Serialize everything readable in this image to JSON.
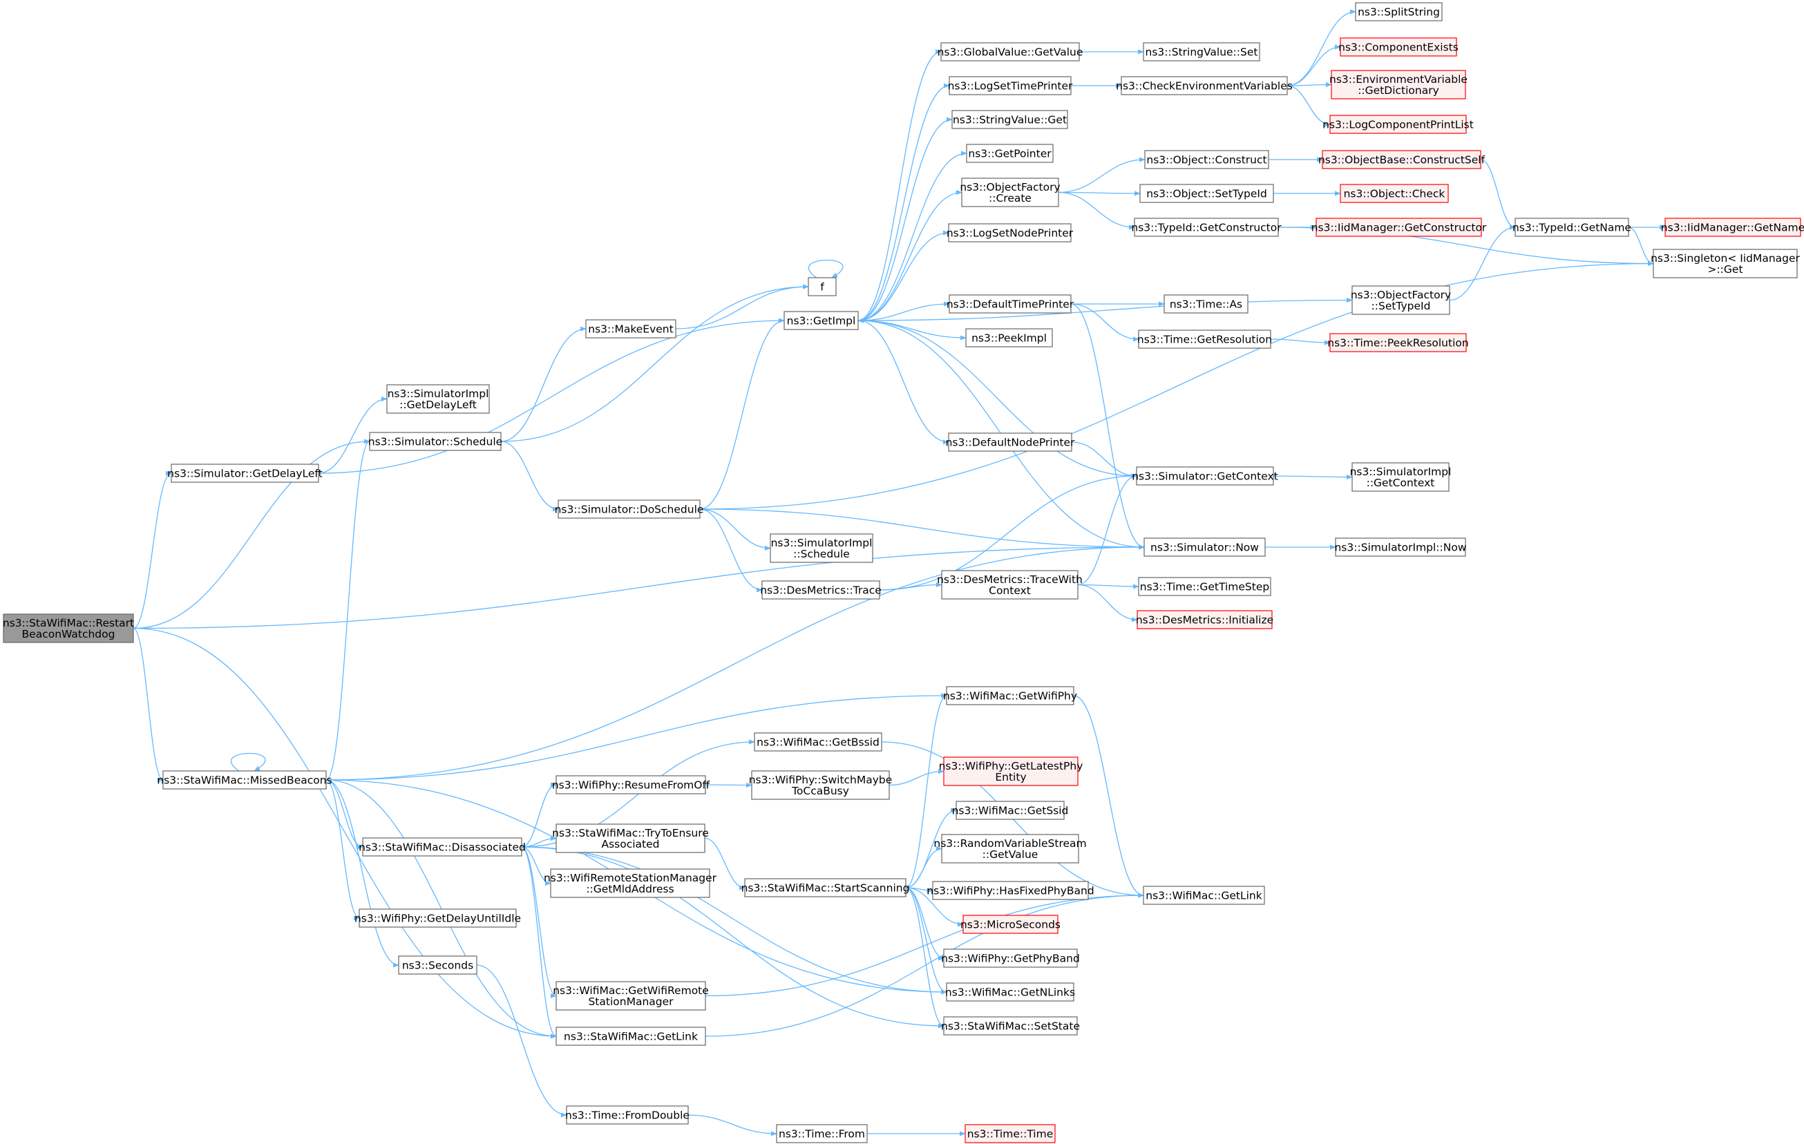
{
  "nodes": [
    {
      "id": "restart",
      "lines": [
        "ns3::StaWifiMac::Restart",
        "BeaconWatchdog"
      ],
      "style": "root"
    },
    {
      "id": "sim_getdelayleft",
      "lines": [
        "ns3::Simulator::GetDelayLeft"
      ],
      "style": "normal"
    },
    {
      "id": "simimpl_getdelayleft",
      "lines": [
        "ns3::SimulatorImpl",
        "::GetDelayLeft"
      ],
      "style": "normal"
    },
    {
      "id": "sim_schedule",
      "lines": [
        "ns3::Simulator::Schedule"
      ],
      "style": "normal"
    },
    {
      "id": "makeevent",
      "lines": [
        "ns3::MakeEvent"
      ],
      "style": "normal"
    },
    {
      "id": "f",
      "lines": [
        "f"
      ],
      "style": "normal"
    },
    {
      "id": "getimpl",
      "lines": [
        "ns3::GetImpl"
      ],
      "style": "normal"
    },
    {
      "id": "sim_doschedule",
      "lines": [
        "ns3::Simulator::DoSchedule"
      ],
      "style": "normal"
    },
    {
      "id": "simimpl_schedule",
      "lines": [
        "ns3::SimulatorImpl",
        "::Schedule"
      ],
      "style": "normal"
    },
    {
      "id": "desmetrics_trace",
      "lines": [
        "ns3::DesMetrics::Trace"
      ],
      "style": "normal"
    },
    {
      "id": "desmetrics_tracewith",
      "lines": [
        "ns3::DesMetrics::TraceWith",
        "Context"
      ],
      "style": "normal"
    },
    {
      "id": "globalvalue_getvalue",
      "lines": [
        "ns3::GlobalValue::GetValue"
      ],
      "style": "normal"
    },
    {
      "id": "stringvalue_set",
      "lines": [
        "ns3::StringValue::Set"
      ],
      "style": "normal"
    },
    {
      "id": "logsettimeprinter",
      "lines": [
        "ns3::LogSetTimePrinter"
      ],
      "style": "normal"
    },
    {
      "id": "checkenv",
      "lines": [
        "ns3::CheckEnvironmentVariables"
      ],
      "style": "normal"
    },
    {
      "id": "splitstring",
      "lines": [
        "ns3::SplitString"
      ],
      "style": "normal"
    },
    {
      "id": "componentexists",
      "lines": [
        "ns3::ComponentExists"
      ],
      "style": "red"
    },
    {
      "id": "envvar_getdict",
      "lines": [
        "ns3::EnvironmentVariable",
        "::GetDictionary"
      ],
      "style": "red"
    },
    {
      "id": "logcomponentprintlist",
      "lines": [
        "ns3::LogComponentPrintList"
      ],
      "style": "red"
    },
    {
      "id": "stringvalue_get",
      "lines": [
        "ns3::StringValue::Get"
      ],
      "style": "normal"
    },
    {
      "id": "getpointer",
      "lines": [
        "ns3::GetPointer"
      ],
      "style": "normal"
    },
    {
      "id": "objectfactory_create",
      "lines": [
        "ns3::ObjectFactory",
        "::Create"
      ],
      "style": "normal"
    },
    {
      "id": "object_construct",
      "lines": [
        "ns3::Object::Construct"
      ],
      "style": "normal"
    },
    {
      "id": "objectbase_constructself",
      "lines": [
        "ns3::ObjectBase::ConstructSelf"
      ],
      "style": "red"
    },
    {
      "id": "object_settypeid",
      "lines": [
        "ns3::Object::SetTypeId"
      ],
      "style": "normal"
    },
    {
      "id": "object_check",
      "lines": [
        "ns3::Object::Check"
      ],
      "style": "red"
    },
    {
      "id": "typeid_getconstructor",
      "lines": [
        "ns3::TypeId::GetConstructor"
      ],
      "style": "normal"
    },
    {
      "id": "iidmanager_getconstructor",
      "lines": [
        "ns3::IidManager::GetConstructor"
      ],
      "style": "red"
    },
    {
      "id": "typeid_getname",
      "lines": [
        "ns3::TypeId::GetName"
      ],
      "style": "normal"
    },
    {
      "id": "iidmanager_getname",
      "lines": [
        "ns3::IidManager::GetName"
      ],
      "style": "red"
    },
    {
      "id": "singleton_get",
      "lines": [
        "ns3::Singleton< IidManager",
        " >::Get"
      ],
      "style": "normal"
    },
    {
      "id": "logsetnodeprinter",
      "lines": [
        "ns3::LogSetNodePrinter"
      ],
      "style": "normal"
    },
    {
      "id": "objectfactory_settypeid",
      "lines": [
        "ns3::ObjectFactory",
        "::SetTypeId"
      ],
      "style": "normal"
    },
    {
      "id": "defaulttimeprinter",
      "lines": [
        "ns3::DefaultTimePrinter"
      ],
      "style": "normal"
    },
    {
      "id": "time_as",
      "lines": [
        "ns3::Time::As"
      ],
      "style": "normal"
    },
    {
      "id": "time_getresolution",
      "lines": [
        "ns3::Time::GetResolution"
      ],
      "style": "normal"
    },
    {
      "id": "time_peekresolution",
      "lines": [
        "ns3::Time::PeekResolution"
      ],
      "style": "red"
    },
    {
      "id": "peekimpl",
      "lines": [
        "ns3::PeekImpl"
      ],
      "style": "normal"
    },
    {
      "id": "defaultnodeprinter",
      "lines": [
        "ns3::DefaultNodePrinter"
      ],
      "style": "normal"
    },
    {
      "id": "sim_getcontext",
      "lines": [
        "ns3::Simulator::GetContext"
      ],
      "style": "normal"
    },
    {
      "id": "simimpl_getcontext",
      "lines": [
        "ns3::SimulatorImpl",
        "::GetContext"
      ],
      "style": "normal"
    },
    {
      "id": "sim_now",
      "lines": [
        "ns3::Simulator::Now"
      ],
      "style": "normal"
    },
    {
      "id": "simimpl_now",
      "lines": [
        "ns3::SimulatorImpl::Now"
      ],
      "style": "normal"
    },
    {
      "id": "time_gettimestep",
      "lines": [
        "ns3::Time::GetTimeStep"
      ],
      "style": "normal"
    },
    {
      "id": "desmetrics_initialize",
      "lines": [
        "ns3::DesMetrics::Initialize"
      ],
      "style": "red"
    },
    {
      "id": "missedbeacons",
      "lines": [
        "ns3::StaWifiMac::MissedBeacons"
      ],
      "style": "normal"
    },
    {
      "id": "wifimac_getwifiphy",
      "lines": [
        "ns3::WifiMac::GetWifiPhy"
      ],
      "style": "normal"
    },
    {
      "id": "wifimac_getbssid",
      "lines": [
        "ns3::WifiMac::GetBssid"
      ],
      "style": "normal"
    },
    {
      "id": "resumefromoff",
      "lines": [
        "ns3::WifiPhy::ResumeFromOff"
      ],
      "style": "normal"
    },
    {
      "id": "switchmaybe",
      "lines": [
        "ns3::WifiPhy::SwitchMaybe",
        "ToCcaBusy"
      ],
      "style": "normal"
    },
    {
      "id": "getlatestphy",
      "lines": [
        "ns3::WifiPhy::GetLatestPhy",
        "Entity"
      ],
      "style": "red"
    },
    {
      "id": "disassociated",
      "lines": [
        "ns3::StaWifiMac::Disassociated"
      ],
      "style": "normal"
    },
    {
      "id": "trytoensure",
      "lines": [
        "ns3::StaWifiMac::TryToEnsure",
        "Associated"
      ],
      "style": "normal"
    },
    {
      "id": "getmldaddress",
      "lines": [
        "ns3::WifiRemoteStationManager",
        "::GetMldAddress"
      ],
      "style": "normal"
    },
    {
      "id": "startscanning",
      "lines": [
        "ns3::StaWifiMac::StartScanning"
      ],
      "style": "normal"
    },
    {
      "id": "wifimac_getssid",
      "lines": [
        "ns3::WifiMac::GetSsid"
      ],
      "style": "normal"
    },
    {
      "id": "randomvar_getvalue",
      "lines": [
        "ns3::RandomVariableStream",
        "::GetValue"
      ],
      "style": "normal"
    },
    {
      "id": "hasfixedphyband",
      "lines": [
        "ns3::WifiPhy::HasFixedPhyBand"
      ],
      "style": "normal"
    },
    {
      "id": "microseconds",
      "lines": [
        "ns3::MicroSeconds"
      ],
      "style": "red"
    },
    {
      "id": "getphyband",
      "lines": [
        "ns3::WifiPhy::GetPhyBand"
      ],
      "style": "normal"
    },
    {
      "id": "getnlinks",
      "lines": [
        "ns3::WifiMac::GetNLinks"
      ],
      "style": "normal"
    },
    {
      "id": "setstate",
      "lines": [
        "ns3::StaWifiMac::SetState"
      ],
      "style": "normal"
    },
    {
      "id": "wifimac_getlink",
      "lines": [
        "ns3::WifiMac::GetLink"
      ],
      "style": "normal"
    },
    {
      "id": "getdelayuntilidle",
      "lines": [
        "ns3::WifiPhy::GetDelayUntilIdle"
      ],
      "style": "normal"
    },
    {
      "id": "seconds",
      "lines": [
        "ns3::Seconds"
      ],
      "style": "normal"
    },
    {
      "id": "getwifiremote",
      "lines": [
        "ns3::WifiMac::GetWifiRemote",
        "StationManager"
      ],
      "style": "normal"
    },
    {
      "id": "stawifimac_getlink",
      "lines": [
        "ns3::StaWifiMac::GetLink"
      ],
      "style": "normal"
    },
    {
      "id": "time_fromdouble",
      "lines": [
        "ns3::Time::FromDouble"
      ],
      "style": "normal"
    },
    {
      "id": "time_from",
      "lines": [
        "ns3::Time::From"
      ],
      "style": "normal"
    },
    {
      "id": "time_time",
      "lines": [
        "ns3::Time::Time"
      ],
      "style": "red"
    }
  ],
  "edges": [
    [
      "restart",
      "sim_getdelayleft"
    ],
    [
      "restart",
      "sim_schedule"
    ],
    [
      "restart",
      "sim_now"
    ],
    [
      "restart",
      "missedbeacons"
    ],
    [
      "restart",
      "stawifimac_getlink"
    ],
    [
      "sim_getdelayleft",
      "simimpl_getdelayleft"
    ],
    [
      "sim_getdelayleft",
      "getimpl"
    ],
    [
      "sim_schedule",
      "makeevent"
    ],
    [
      "sim_schedule",
      "f"
    ],
    [
      "sim_schedule",
      "sim_doschedule"
    ],
    [
      "makeevent",
      "f"
    ],
    [
      "f",
      "f"
    ],
    [
      "getimpl",
      "globalvalue_getvalue"
    ],
    [
      "getimpl",
      "logsettimeprinter"
    ],
    [
      "getimpl",
      "stringvalue_get"
    ],
    [
      "getimpl",
      "getpointer"
    ],
    [
      "getimpl",
      "objectfactory_create"
    ],
    [
      "getimpl",
      "logsetnodeprinter"
    ],
    [
      "getimpl",
      "objectfactory_settypeid"
    ],
    [
      "getimpl",
      "defaulttimeprinter"
    ],
    [
      "getimpl",
      "peekimpl"
    ],
    [
      "getimpl",
      "defaultnodeprinter"
    ],
    [
      "sim_doschedule",
      "getimpl"
    ],
    [
      "sim_doschedule",
      "simimpl_schedule"
    ],
    [
      "sim_doschedule",
      "desmetrics_trace"
    ],
    [
      "sim_doschedule",
      "sim_now"
    ],
    [
      "sim_doschedule",
      "singleton_get"
    ],
    [
      "desmetrics_trace",
      "sim_getcontext"
    ],
    [
      "desmetrics_trace",
      "desmetrics_tracewith"
    ],
    [
      "desmetrics_tracewith",
      "sim_getcontext"
    ],
    [
      "desmetrics_tracewith",
      "time_gettimestep"
    ],
    [
      "desmetrics_tracewith",
      "desmetrics_initialize"
    ],
    [
      "globalvalue_getvalue",
      "stringvalue_set"
    ],
    [
      "logsettimeprinter",
      "checkenv"
    ],
    [
      "checkenv",
      "splitstring"
    ],
    [
      "checkenv",
      "componentexists"
    ],
    [
      "checkenv",
      "envvar_getdict"
    ],
    [
      "checkenv",
      "logcomponentprintlist"
    ],
    [
      "objectfactory_create",
      "object_construct"
    ],
    [
      "objectfactory_create",
      "object_settypeid"
    ],
    [
      "objectfactory_create",
      "typeid_getconstructor"
    ],
    [
      "object_construct",
      "objectbase_constructself"
    ],
    [
      "object_settypeid",
      "object_check"
    ],
    [
      "typeid_getconstructor",
      "iidmanager_getconstructor"
    ],
    [
      "typeid_getconstructor",
      "singleton_get"
    ],
    [
      "objectbase_constructself",
      "typeid_getname"
    ],
    [
      "typeid_getname",
      "iidmanager_getname"
    ],
    [
      "typeid_getname",
      "singleton_get"
    ],
    [
      "objectfactory_settypeid",
      "typeid_getname"
    ],
    [
      "defaulttimeprinter",
      "time_as"
    ],
    [
      "defaulttimeprinter",
      "time_getresolution"
    ],
    [
      "defaulttimeprinter",
      "sim_now"
    ],
    [
      "time_getresolution",
      "time_peekresolution"
    ],
    [
      "defaultnodeprinter",
      "sim_getcontext"
    ],
    [
      "sim_getcontext",
      "getimpl"
    ],
    [
      "sim_getcontext",
      "simimpl_getcontext"
    ],
    [
      "sim_now",
      "getimpl"
    ],
    [
      "sim_now",
      "simimpl_now"
    ],
    [
      "missedbeacons",
      "missedbeacons"
    ],
    [
      "missedbeacons",
      "sim_schedule"
    ],
    [
      "missedbeacons",
      "sim_now"
    ],
    [
      "missedbeacons",
      "wifimac_getwifiphy"
    ],
    [
      "missedbeacons",
      "disassociated"
    ],
    [
      "missedbeacons",
      "getdelayuntilidle"
    ],
    [
      "missedbeacons",
      "seconds"
    ],
    [
      "missedbeacons",
      "stawifimac_getlink"
    ],
    [
      "missedbeacons",
      "getnlinks"
    ],
    [
      "disassociated",
      "wifimac_getbssid"
    ],
    [
      "disassociated",
      "resumefromoff"
    ],
    [
      "disassociated",
      "trytoensure"
    ],
    [
      "disassociated",
      "getmldaddress"
    ],
    [
      "disassociated",
      "getwifiremote"
    ],
    [
      "disassociated",
      "stawifimac_getlink"
    ],
    [
      "disassociated",
      "setstate"
    ],
    [
      "disassociated",
      "getnlinks"
    ],
    [
      "wifimac_getbssid",
      "wifimac_getlink"
    ],
    [
      "wifimac_getwifiphy",
      "wifimac_getlink"
    ],
    [
      "resumefromoff",
      "switchmaybe"
    ],
    [
      "switchmaybe",
      "getlatestphy"
    ],
    [
      "trytoensure",
      "startscanning"
    ],
    [
      "startscanning",
      "wifimac_getwifiphy"
    ],
    [
      "startscanning",
      "wifimac_getssid"
    ],
    [
      "startscanning",
      "randomvar_getvalue"
    ],
    [
      "startscanning",
      "hasfixedphyband"
    ],
    [
      "startscanning",
      "microseconds"
    ],
    [
      "startscanning",
      "getphyband"
    ],
    [
      "startscanning",
      "getnlinks"
    ],
    [
      "startscanning",
      "setstate"
    ],
    [
      "getwifiremote",
      "wifimac_getlink"
    ],
    [
      "stawifimac_getlink",
      "wifimac_getlink"
    ],
    [
      "seconds",
      "time_fromdouble"
    ],
    [
      "time_fromdouble",
      "time_from"
    ],
    [
      "time_from",
      "time_time"
    ]
  ]
}
